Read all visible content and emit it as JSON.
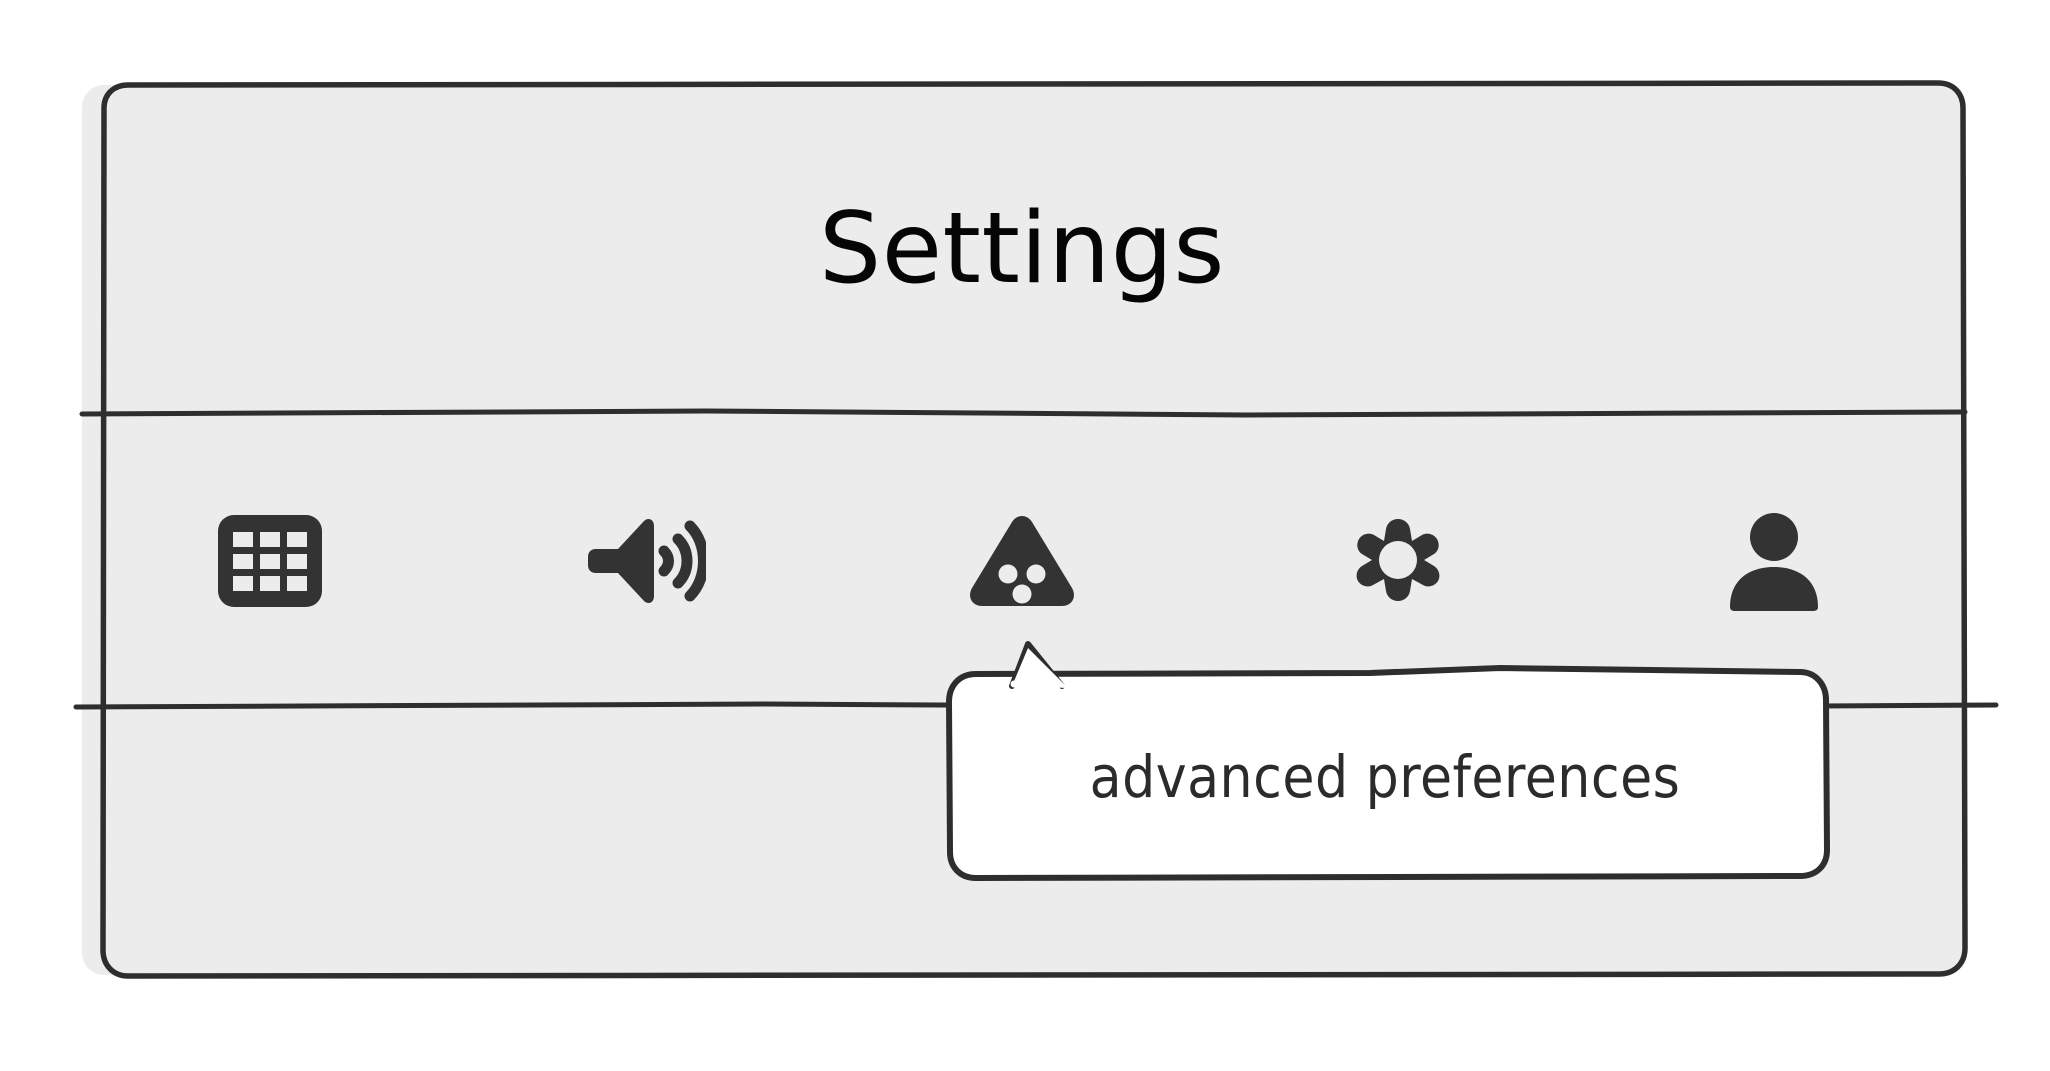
{
  "window": {
    "title": "Settings",
    "background_color": "#ececec",
    "border_color": "#2e2e2e",
    "page_background": "#ffffff"
  },
  "toolbar": {
    "icon_color": "#333333",
    "items": [
      {
        "icon": "grid-icon",
        "name": "apps",
        "label": ""
      },
      {
        "icon": "volume-icon",
        "name": "sound",
        "label": ""
      },
      {
        "icon": "triangle-dots-icon",
        "name": "advanced",
        "label": ""
      },
      {
        "icon": "gear-icon",
        "name": "system",
        "label": ""
      },
      {
        "icon": "person-icon",
        "name": "account",
        "label": ""
      }
    ]
  },
  "tooltip": {
    "text": "advanced preferences",
    "background_color": "#ffffff",
    "border_color": "#2e2e2e",
    "text_color": "#2b2b2b",
    "points_to": "triangle-dots-icon"
  }
}
